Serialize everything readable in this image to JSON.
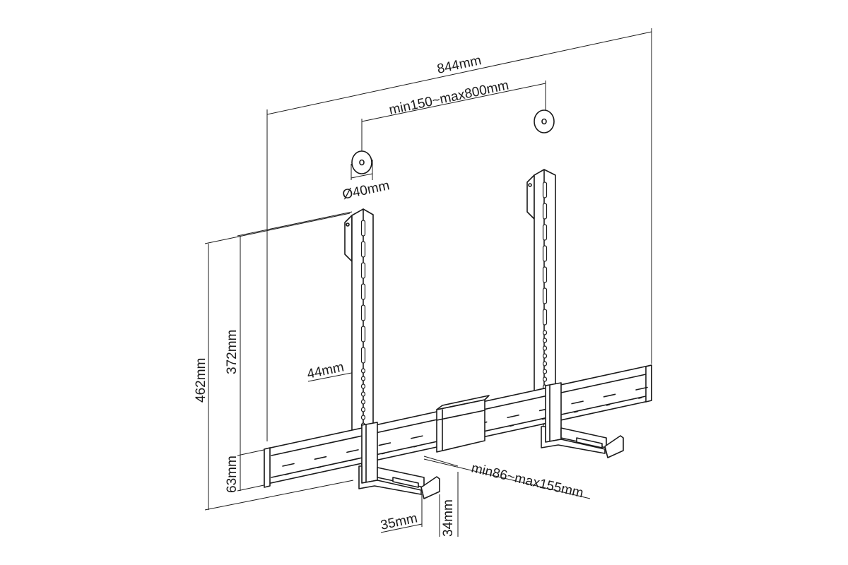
{
  "dimensions": {
    "overall_width": "844mm",
    "spacing_range": "min150~max800mm",
    "washer_diameter": "Ø40mm",
    "overall_height": "462mm",
    "upright_height": "372mm",
    "upright_width": "44mm",
    "rail_height": "63mm",
    "shelf_depth_range": "min86~max155mm",
    "shelf_lip_width": "35mm",
    "shelf_lip_height": "34mm"
  }
}
